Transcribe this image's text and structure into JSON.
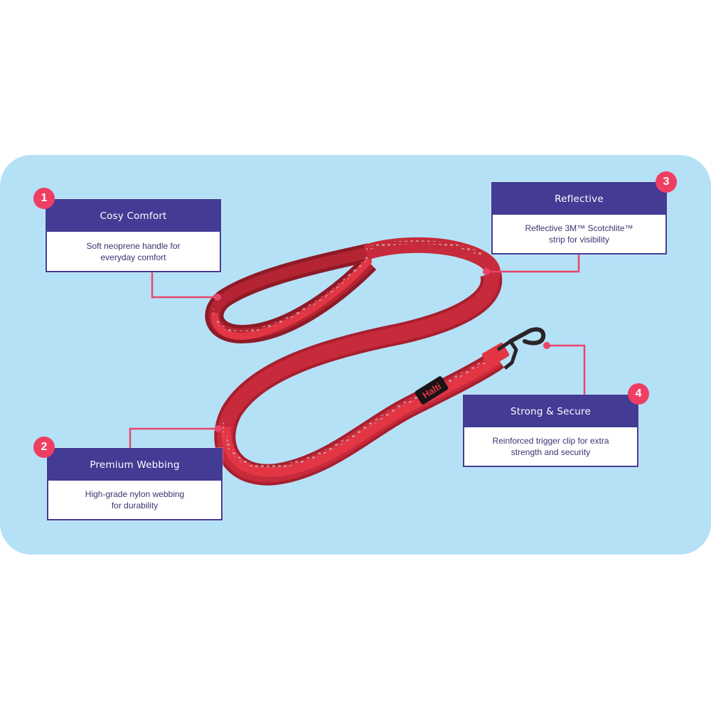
{
  "colors": {
    "panel_background": "#b5e1f7",
    "header_purple": "#433b94",
    "badge_pink": "#ee3e62",
    "connector_pink": "#e8456a",
    "leash_red": "#e23645",
    "leash_dark": "#a81f2e",
    "body_text": "#3b3470"
  },
  "product": {
    "brand_tag": "Halti"
  },
  "features": [
    {
      "number": "1",
      "title": "Cosy Comfort",
      "description_line1": "Soft neoprene handle for",
      "description_line2": "everyday comfort"
    },
    {
      "number": "2",
      "title": "Premium Webbing",
      "description_line1": "High-grade nylon webbing",
      "description_line2": "for durability"
    },
    {
      "number": "3",
      "title": "Reflective",
      "description_line1": "Reflective 3M™ Scotchlite™",
      "description_line2": "strip for visibility"
    },
    {
      "number": "4",
      "title": "Strong & Secure",
      "description_line1": "Reinforced trigger clip for extra",
      "description_line2": "strength and security"
    }
  ]
}
